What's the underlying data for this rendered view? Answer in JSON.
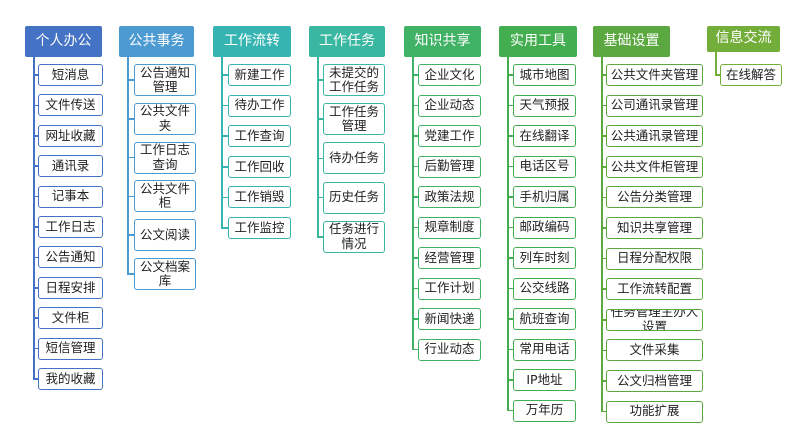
{
  "columns": [
    {
      "title": "个人办公",
      "color": "#4472c4",
      "items": [
        "短消息",
        "文件传送",
        "网址收藏",
        "通讯录",
        "记事本",
        "工作日志",
        "公告通知",
        "日程安排",
        "文件柜",
        "短信管理",
        "我的收藏"
      ]
    },
    {
      "title": "公共事务",
      "color": "#4b9ad1",
      "items": [
        "公告通知管理",
        "公共文件夹",
        "工作日志查询",
        "公共文件柜",
        "公文阅读",
        "公文档案库"
      ]
    },
    {
      "title": "工作流转",
      "color": "#36b4b2",
      "items": [
        "新建工作",
        "待办工作",
        "工作查询",
        "工作回收",
        "工作销毁",
        "工作监控"
      ]
    },
    {
      "title": "工作任务",
      "color": "#3ab7a1",
      "items": [
        "未提交的工作任务",
        "工作任务管理",
        "待办任务",
        "历史任务",
        "任务进行情况"
      ]
    },
    {
      "title": "知识共享",
      "color": "#3fb266",
      "items": [
        "企业文化",
        "企业动态",
        "党建工作",
        "后勤管理",
        "政策法规",
        "规章制度",
        "经营管理",
        "工作计划",
        "新闻快递",
        "行业动态"
      ]
    },
    {
      "title": "实用工具",
      "color": "#43ae4f",
      "items": [
        "城市地图",
        "天气预报",
        "在线翻译",
        "电话区号",
        "手机归属",
        "邮政编码",
        "列车时刻",
        "公交线路",
        "航班查询",
        "常用电话",
        "IP地址",
        "万年历"
      ]
    },
    {
      "title": "基础设置",
      "color": "#5aa83f",
      "items": [
        "公共文件夹管理",
        "公司通讯录管理",
        "公共通讯录管理",
        "公共文件柜管理",
        "公告分类管理",
        "知识共享管理",
        "日程分配权限",
        "工作流转配置",
        "任务管理主办人设置",
        "文件采集",
        "公文归档管理",
        "功能扩展"
      ]
    },
    {
      "title": "信息交流",
      "color": "#74ae3a",
      "items": [
        "在线解答"
      ]
    }
  ]
}
